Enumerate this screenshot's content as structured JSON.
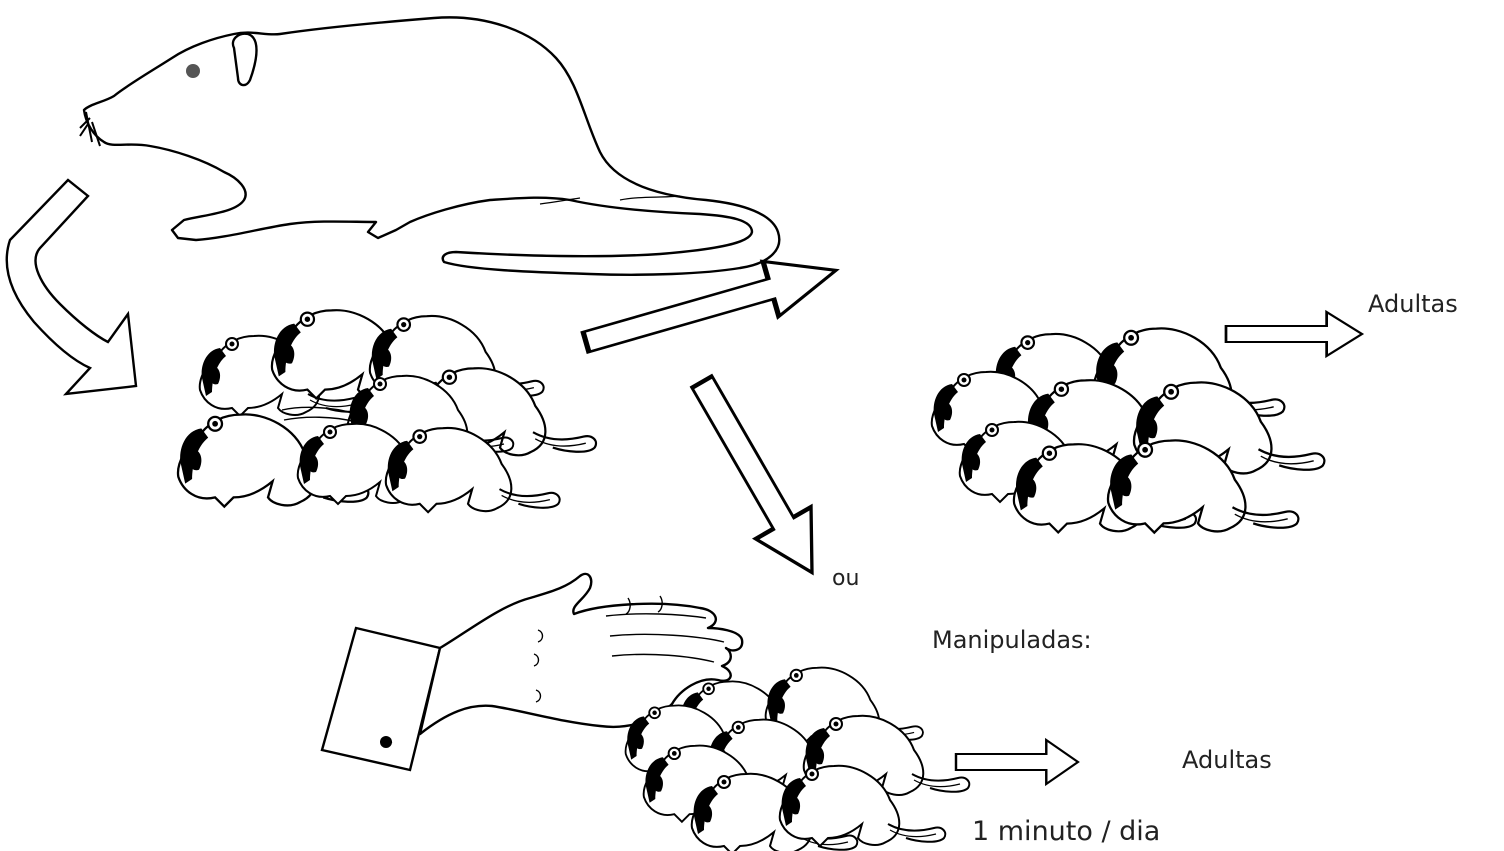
{
  "labels": {
    "adult_top": "Adultas",
    "ou": "ou",
    "manipulated": "Manipuladas:",
    "adult_bottom": "Adultas",
    "frequency": "1 minuto / dia"
  },
  "colors": {
    "ink": "#000000",
    "paper": "#ffffff",
    "text": "#222222"
  }
}
